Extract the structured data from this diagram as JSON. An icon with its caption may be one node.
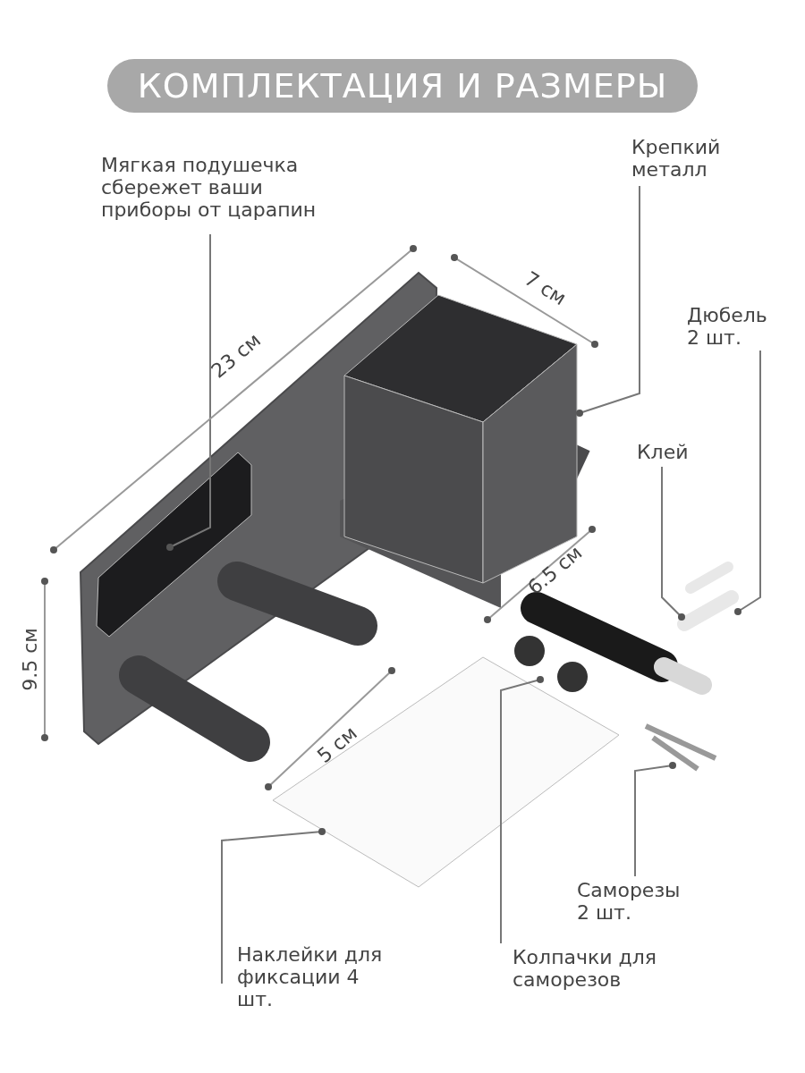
{
  "diagram": {
    "title": "КОМПЛЕКТАЦИЯ И РАЗМЕРЫ",
    "nodes": [
      {
        "text": [
          "Мягкая подушечка сбережет ваши приборы от царапин"
        ]
      },
      {
        "text": [],
        "shape": "box"
      },
      {
        "text": [
          "Крепкий металл"
        ]
      },
      {
        "text": [],
        "shape": "box"
      },
      {
        "text": [
          "Дюбель 2 шт."
        ]
      },
      {
        "text": [],
        "shape": "cylinder"
      },
      {
        "text": [
          "Клей"
        ]
      },
      {
        "text": [],
        "shape": "cylinder"
      },
      {
        "text": [
          "Саморезы 2 шт."
        ]
      },
      {
        "text": [],
        "shape": "bar"
      },
      {
        "text": [
          "Колпачки для саморезов"
        ]
      },
      {
        "text": [],
        "shape": "circle"
      },
      {
        "text": [
          "Наклейки для фиксации 4 шт."
        ]
      },
      {
        "text": [],
        "shape": "box"
      }
    ],
    "edges": [
      {
        "from": 0,
        "to": 1,
        "arrow": "other"
      },
      {
        "from": 2,
        "to": 3,
        "arrow": "other"
      },
      {
        "from": 4,
        "to": 5,
        "arrow": "other"
      },
      {
        "from": 6,
        "to": 7,
        "arrow": "other"
      },
      {
        "from": 8,
        "to": 9,
        "arrow": "other"
      },
      {
        "from": 10,
        "to": 11,
        "arrow": "other"
      },
      {
        "from": 12,
        "to": 13,
        "arrow": "other"
      }
    ],
    "labels": [
      "23 см",
      "7 см",
      "6.5 см",
      "9.5 см",
      "5 см"
    ]
  }
}
